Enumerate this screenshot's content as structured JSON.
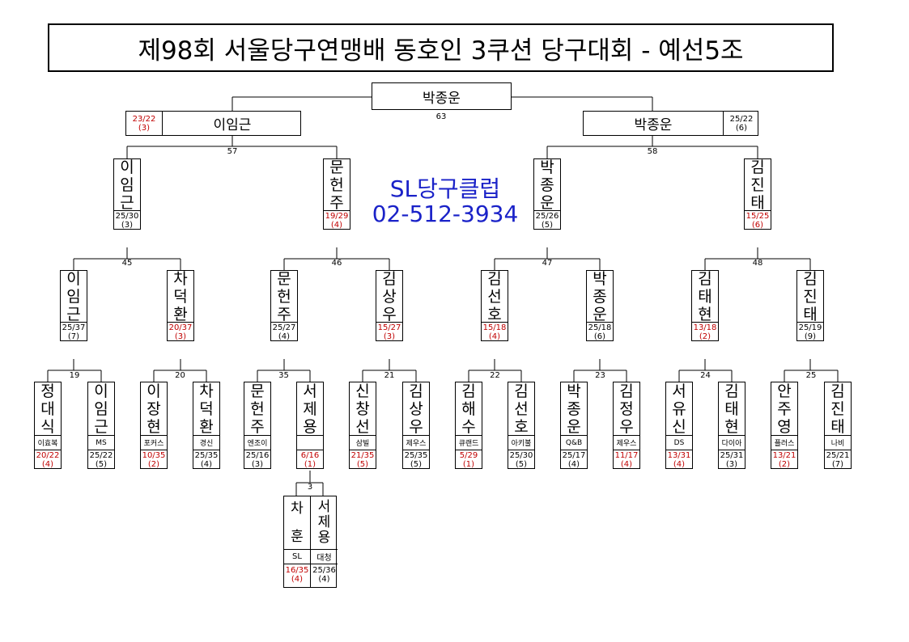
{
  "title": "제98회 서울당구연맹배 동호인 3쿠션 당구대회 - 예선5조",
  "ad": {
    "name": "SL당구클럽",
    "phone": "02-512-3934"
  },
  "final": {
    "name": "박종운",
    "match": "63"
  },
  "semis": [
    {
      "name": "이임근",
      "score": "23/22",
      "inning": "(3)",
      "red": true
    },
    {
      "name": "박종운",
      "score": "25/22",
      "inning": "(6)",
      "red": false
    }
  ],
  "semi_matches": [
    "57",
    "58"
  ],
  "quarters": [
    {
      "name": "이임근",
      "score": "25/30",
      "inning": "(3)",
      "red": false
    },
    {
      "name": "문헌주",
      "score": "19/29",
      "inning": "(4)",
      "red": true
    },
    {
      "name": "박종운",
      "score": "25/26",
      "inning": "(5)",
      "red": false
    },
    {
      "name": "김진태",
      "score": "15/25",
      "inning": "(6)",
      "red": true
    }
  ],
  "quarter_matches": [
    "45",
    "46",
    "47",
    "48"
  ],
  "round16": [
    {
      "name": "이임근",
      "score": "25/37",
      "inning": "(7)",
      "red": false
    },
    {
      "name": "차덕환",
      "score": "20/37",
      "inning": "(3)",
      "red": true
    },
    {
      "name": "문헌주",
      "score": "25/27",
      "inning": "(4)",
      "red": false
    },
    {
      "name": "김상우",
      "score": "15/27",
      "inning": "(3)",
      "red": true
    },
    {
      "name": "김선호",
      "score": "15/18",
      "inning": "(4)",
      "red": true
    },
    {
      "name": "박종운",
      "score": "25/18",
      "inning": "(6)",
      "red": false
    },
    {
      "name": "김태현",
      "score": "13/18",
      "inning": "(2)",
      "red": true
    },
    {
      "name": "김진태",
      "score": "25/19",
      "inning": "(9)",
      "red": false
    }
  ],
  "round16_matches": [
    "19",
    "20",
    "35",
    "21",
    "22",
    "23",
    "24",
    "25"
  ],
  "round32": [
    {
      "name": "정대식",
      "club": "이효복",
      "score": "20/22",
      "inning": "(4)",
      "red": true
    },
    {
      "name": "이임근",
      "club": "MS",
      "score": "25/22",
      "inning": "(5)",
      "red": false
    },
    {
      "name": "이장현",
      "club": "포커스",
      "score": "10/35",
      "inning": "(2)",
      "red": true
    },
    {
      "name": "차덕환",
      "club": "경신",
      "score": "25/35",
      "inning": "(4)",
      "red": false
    },
    {
      "name": "문헌주",
      "club": "엔조이",
      "score": "25/16",
      "inning": "(3)",
      "red": false
    },
    {
      "name": "서제용",
      "club": "",
      "score": "6/16",
      "inning": "(1)",
      "red": true
    },
    {
      "name": "신창선",
      "club": "삼빌",
      "score": "21/35",
      "inning": "(5)",
      "red": true
    },
    {
      "name": "김상우",
      "club": "제우스",
      "score": "25/35",
      "inning": "(5)",
      "red": false
    },
    {
      "name": "김해수",
      "club": "큐랜드",
      "score": "5/29",
      "inning": "(1)",
      "red": true
    },
    {
      "name": "김선호",
      "club": "아키불",
      "score": "25/30",
      "inning": "(5)",
      "red": false
    },
    {
      "name": "박종운",
      "club": "Q&B",
      "score": "25/17",
      "inning": "(4)",
      "red": false
    },
    {
      "name": "김정우",
      "club": "제우스",
      "score": "11/17",
      "inning": "(4)",
      "red": true
    },
    {
      "name": "서유신",
      "club": "DS",
      "score": "13/31",
      "inning": "(4)",
      "red": true
    },
    {
      "name": "김태현",
      "club": "다이아",
      "score": "25/31",
      "inning": "(3)",
      "red": false
    },
    {
      "name": "안주영",
      "club": "플러스",
      "score": "13/21",
      "inning": "(2)",
      "red": true
    },
    {
      "name": "김진태",
      "club": "나비",
      "score": "25/21",
      "inning": "(7)",
      "red": false
    }
  ],
  "prelim": [
    {
      "name": "차 훈",
      "club": "SL",
      "score": "16/35",
      "inning": "(4)",
      "red": true
    },
    {
      "name": "서제용",
      "club": "대청",
      "score": "25/36",
      "inning": "(4)",
      "red": false
    }
  ],
  "prelim_match": "3"
}
